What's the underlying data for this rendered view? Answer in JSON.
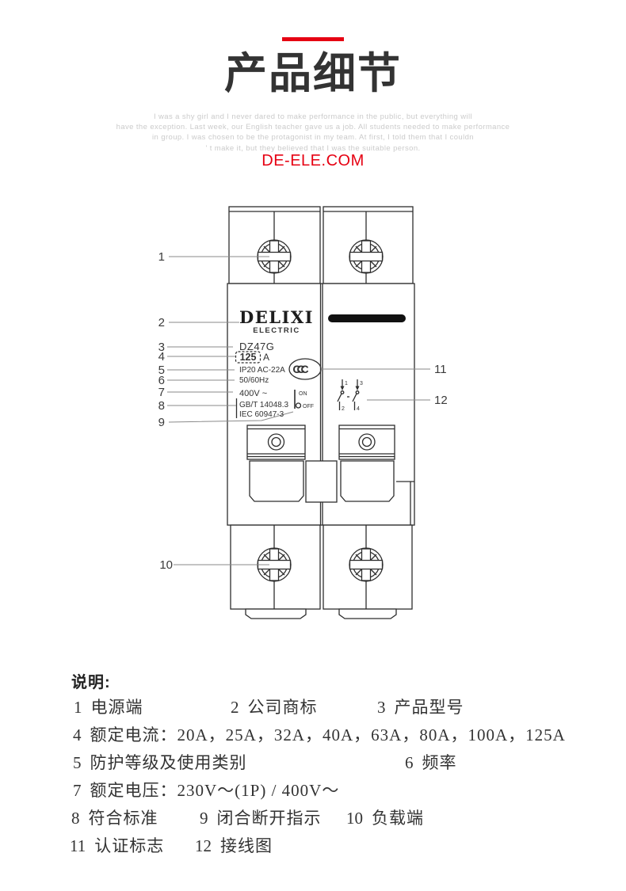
{
  "header": {
    "accent_color": "#e60012",
    "title": "产品细节",
    "watermark_lines": [
      "I was a shy girl and I never dared to make performance in the public, but everything will",
      "have the exception. Last week, our English teacher gave us a job. All students needed to make performance",
      "in group. I was chosen to be the protagonist in my team. At first, I told them that I couldn",
      "' t make it, but they believed that I was the suitable person."
    ],
    "site": "DE-ELE.COM"
  },
  "diagram": {
    "callouts": [
      "1",
      "2",
      "3",
      "4",
      "5",
      "6",
      "7",
      "8",
      "9",
      "10",
      "11",
      "12"
    ],
    "labels": {
      "brand": "DELIXI",
      "brand_sub": "ELECTRIC",
      "model": "DZ47G",
      "rated_current": "125",
      "current_unit": "A",
      "protection": "IP20 AC-22A",
      "frequency": "50/60Hz",
      "voltage": "400V ~",
      "standard1": "GB/T 14048.3",
      "standard2": "IEC 60947-3",
      "on": "ON",
      "off": "OFF",
      "ccc_mark": "CCC",
      "terminal1": "1",
      "terminal2": "2",
      "terminal3": "3",
      "terminal4": "4"
    }
  },
  "legend": {
    "heading": "说明:",
    "items": [
      {
        "no": "1",
        "label": "电源端"
      },
      {
        "no": "2",
        "label": "公司商标"
      },
      {
        "no": "3",
        "label": "产品型号"
      },
      {
        "no": "4",
        "label": "额定电流：20A，25A，32A，40A，63A，80A，100A，125A"
      },
      {
        "no": "5",
        "label": "防护等级及使用类别"
      },
      {
        "no": "6",
        "label": "频率"
      },
      {
        "no": "7",
        "label": "额定电压：230V～(1P) / 400V～"
      },
      {
        "no": "8",
        "label": "符合标准"
      },
      {
        "no": "9",
        "label": "闭合断开指示"
      },
      {
        "no": "10",
        "label": "负载端"
      },
      {
        "no": "11",
        "label": "认证标志"
      },
      {
        "no": "12",
        "label": "接线图"
      }
    ]
  }
}
